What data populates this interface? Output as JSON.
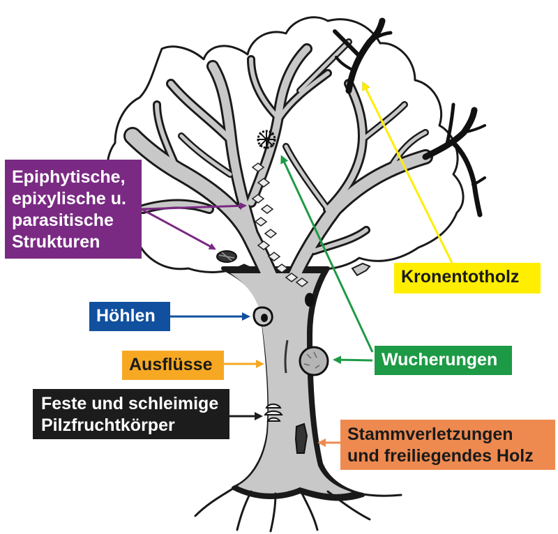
{
  "labels": {
    "epiphytic": "Epiphytische,\nepixylische u.\nparasitische\nStrukturen",
    "kronentotholz": "Kronentotholz",
    "hoehlen": "Höhlen",
    "wucherungen": "Wucherungen",
    "ausfluesse": "Ausflüsse",
    "pilz": "Feste und schleimige\nPilzfruchtkörper",
    "stamm": "Stammverletzungen\nund freiliegendes Holz"
  },
  "colors": {
    "epiphytic": "#7a2a83",
    "kronentotholz": "#ffee00",
    "hoehlen": "#10509e",
    "wucherungen": "#1d9a45",
    "ausfluesse": "#f7a823",
    "pilz": "#1c1c1c",
    "stamm": "#ee8a50",
    "tree_fill": "#c8c8c8",
    "outline": "#1a1a1a"
  }
}
